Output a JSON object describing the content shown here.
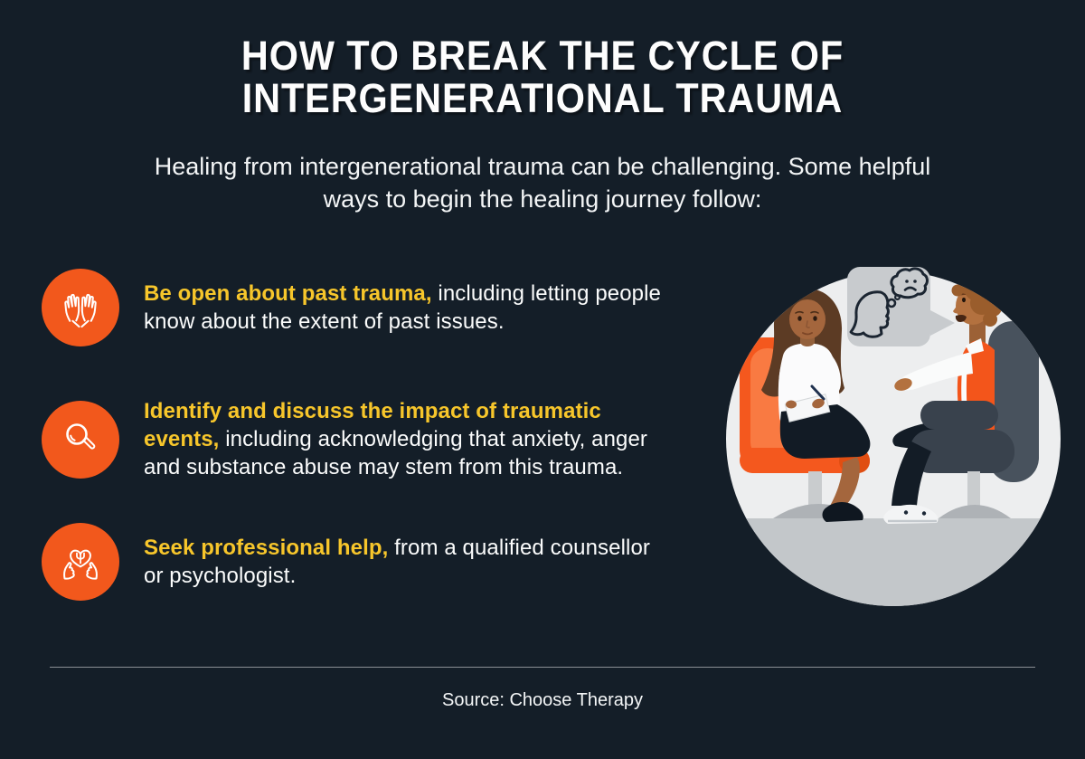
{
  "colors": {
    "background": "#141E28",
    "accent_orange": "#F2581C",
    "accent_yellow": "#F7C62B",
    "divider": "#8D949B",
    "illustration_circle": "#EDEEEF"
  },
  "header": {
    "title_line1": "HOW TO BREAK THE CYCLE OF",
    "title_line2": "INTERGENERATIONAL TRAUMA",
    "subtitle_line1": "Healing from intergenerational trauma can be challenging. Some helpful",
    "subtitle_line2": "ways to begin the healing journey follow:"
  },
  "tips": [
    {
      "icon": "raised-hands-icon",
      "highlight": "Be open about past trauma,",
      "rest": " including letting people know about the extent of past issues."
    },
    {
      "icon": "magnifier-icon",
      "highlight": "Identify and discuss the impact of traumatic events,",
      "rest": " including acknowledging that anxiety, anger and substance abuse may stem from this trauma."
    },
    {
      "icon": "hands-holding-heart-psi-icon",
      "highlight": "Seek professional help,",
      "rest": " from a qualified counsellor or psychologist."
    }
  ],
  "illustration": {
    "name": "therapy-session-illustration"
  },
  "footer": {
    "source": "Source: Choose Therapy"
  }
}
